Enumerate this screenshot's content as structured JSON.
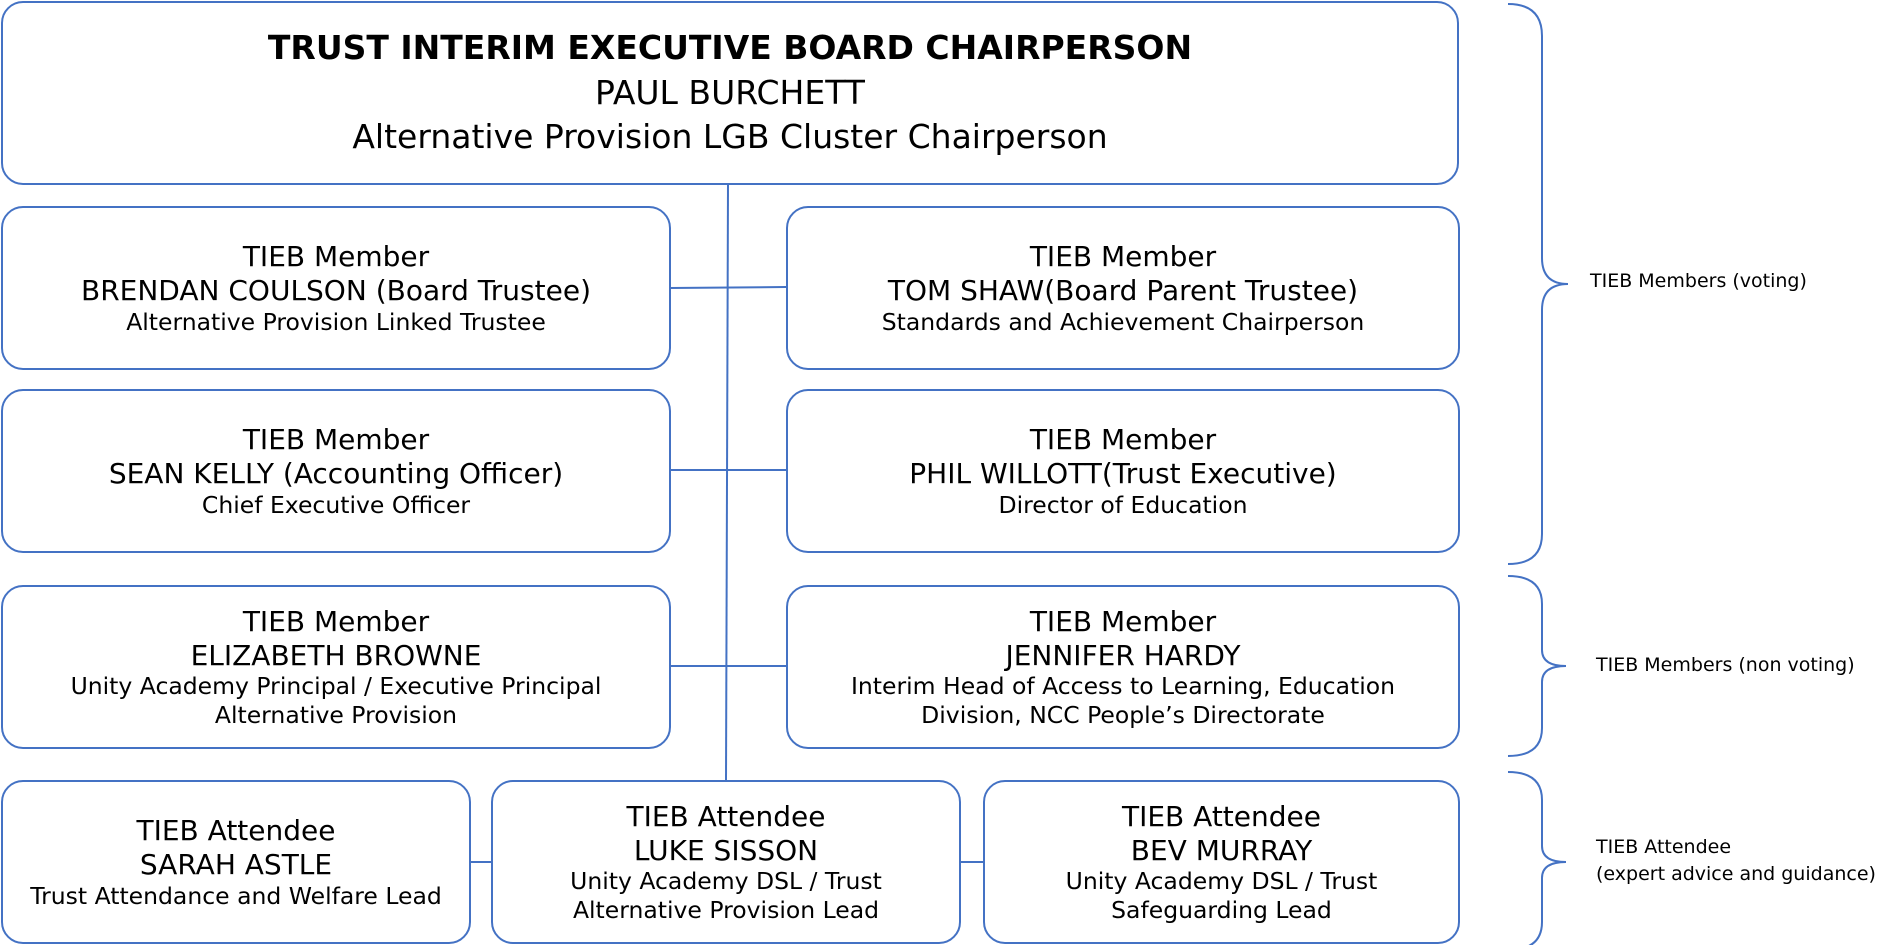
{
  "chair": {
    "role": "TRUST INTERIM EXECUTIVE BOARD CHAIRPERSON",
    "name": "PAUL BURCHETT",
    "desc": "Alternative Provision LGB Cluster Chairperson"
  },
  "members": [
    {
      "role": "TIEB Member",
      "name": "BRENDAN COULSON (Board Trustee)",
      "desc": "Alternative Provision Linked Trustee"
    },
    {
      "role": "TIEB Member",
      "name": "TOM SHAW(Board Parent Trustee)",
      "desc": "Standards and Achievement Chairperson"
    },
    {
      "role": "TIEB Member",
      "name": "SEAN KELLY (Accounting Officer)",
      "desc": "Chief Executive Officer"
    },
    {
      "role": "TIEB Member",
      "name": "PHIL WILLOTT(Trust Executive)",
      "desc": "Director of Education"
    },
    {
      "role": "TIEB Member",
      "name": "ELIZABETH BROWNE",
      "desc": "Unity Academy Principal / Executive Principal Alternative Provision"
    },
    {
      "role": "TIEB Member",
      "name": "JENNIFER HARDY",
      "desc": "Interim Head of Access to Learning, Education Division, NCC People’s Directorate"
    }
  ],
  "attendees": [
    {
      "role": "TIEB Attendee",
      "name": "SARAH ASTLE",
      "desc": "Trust Attendance and Welfare Lead"
    },
    {
      "role": "TIEB Attendee",
      "name": "LUKE SISSON",
      "desc": "Unity Academy DSL / Trust Alternative Provision Lead"
    },
    {
      "role": "TIEB Attendee",
      "name": "BEV MURRAY",
      "desc": "Unity Academy DSL / Trust Safeguarding Lead"
    }
  ],
  "groups": {
    "voting": "TIEB Members (voting)",
    "non_voting": "TIEB Members (non voting)",
    "attendee": "TIEB Attendee",
    "attendee_note": "(expert advice and guidance)"
  },
  "colors": {
    "border": "#4472c4",
    "text": "#000000",
    "background": "#ffffff"
  }
}
